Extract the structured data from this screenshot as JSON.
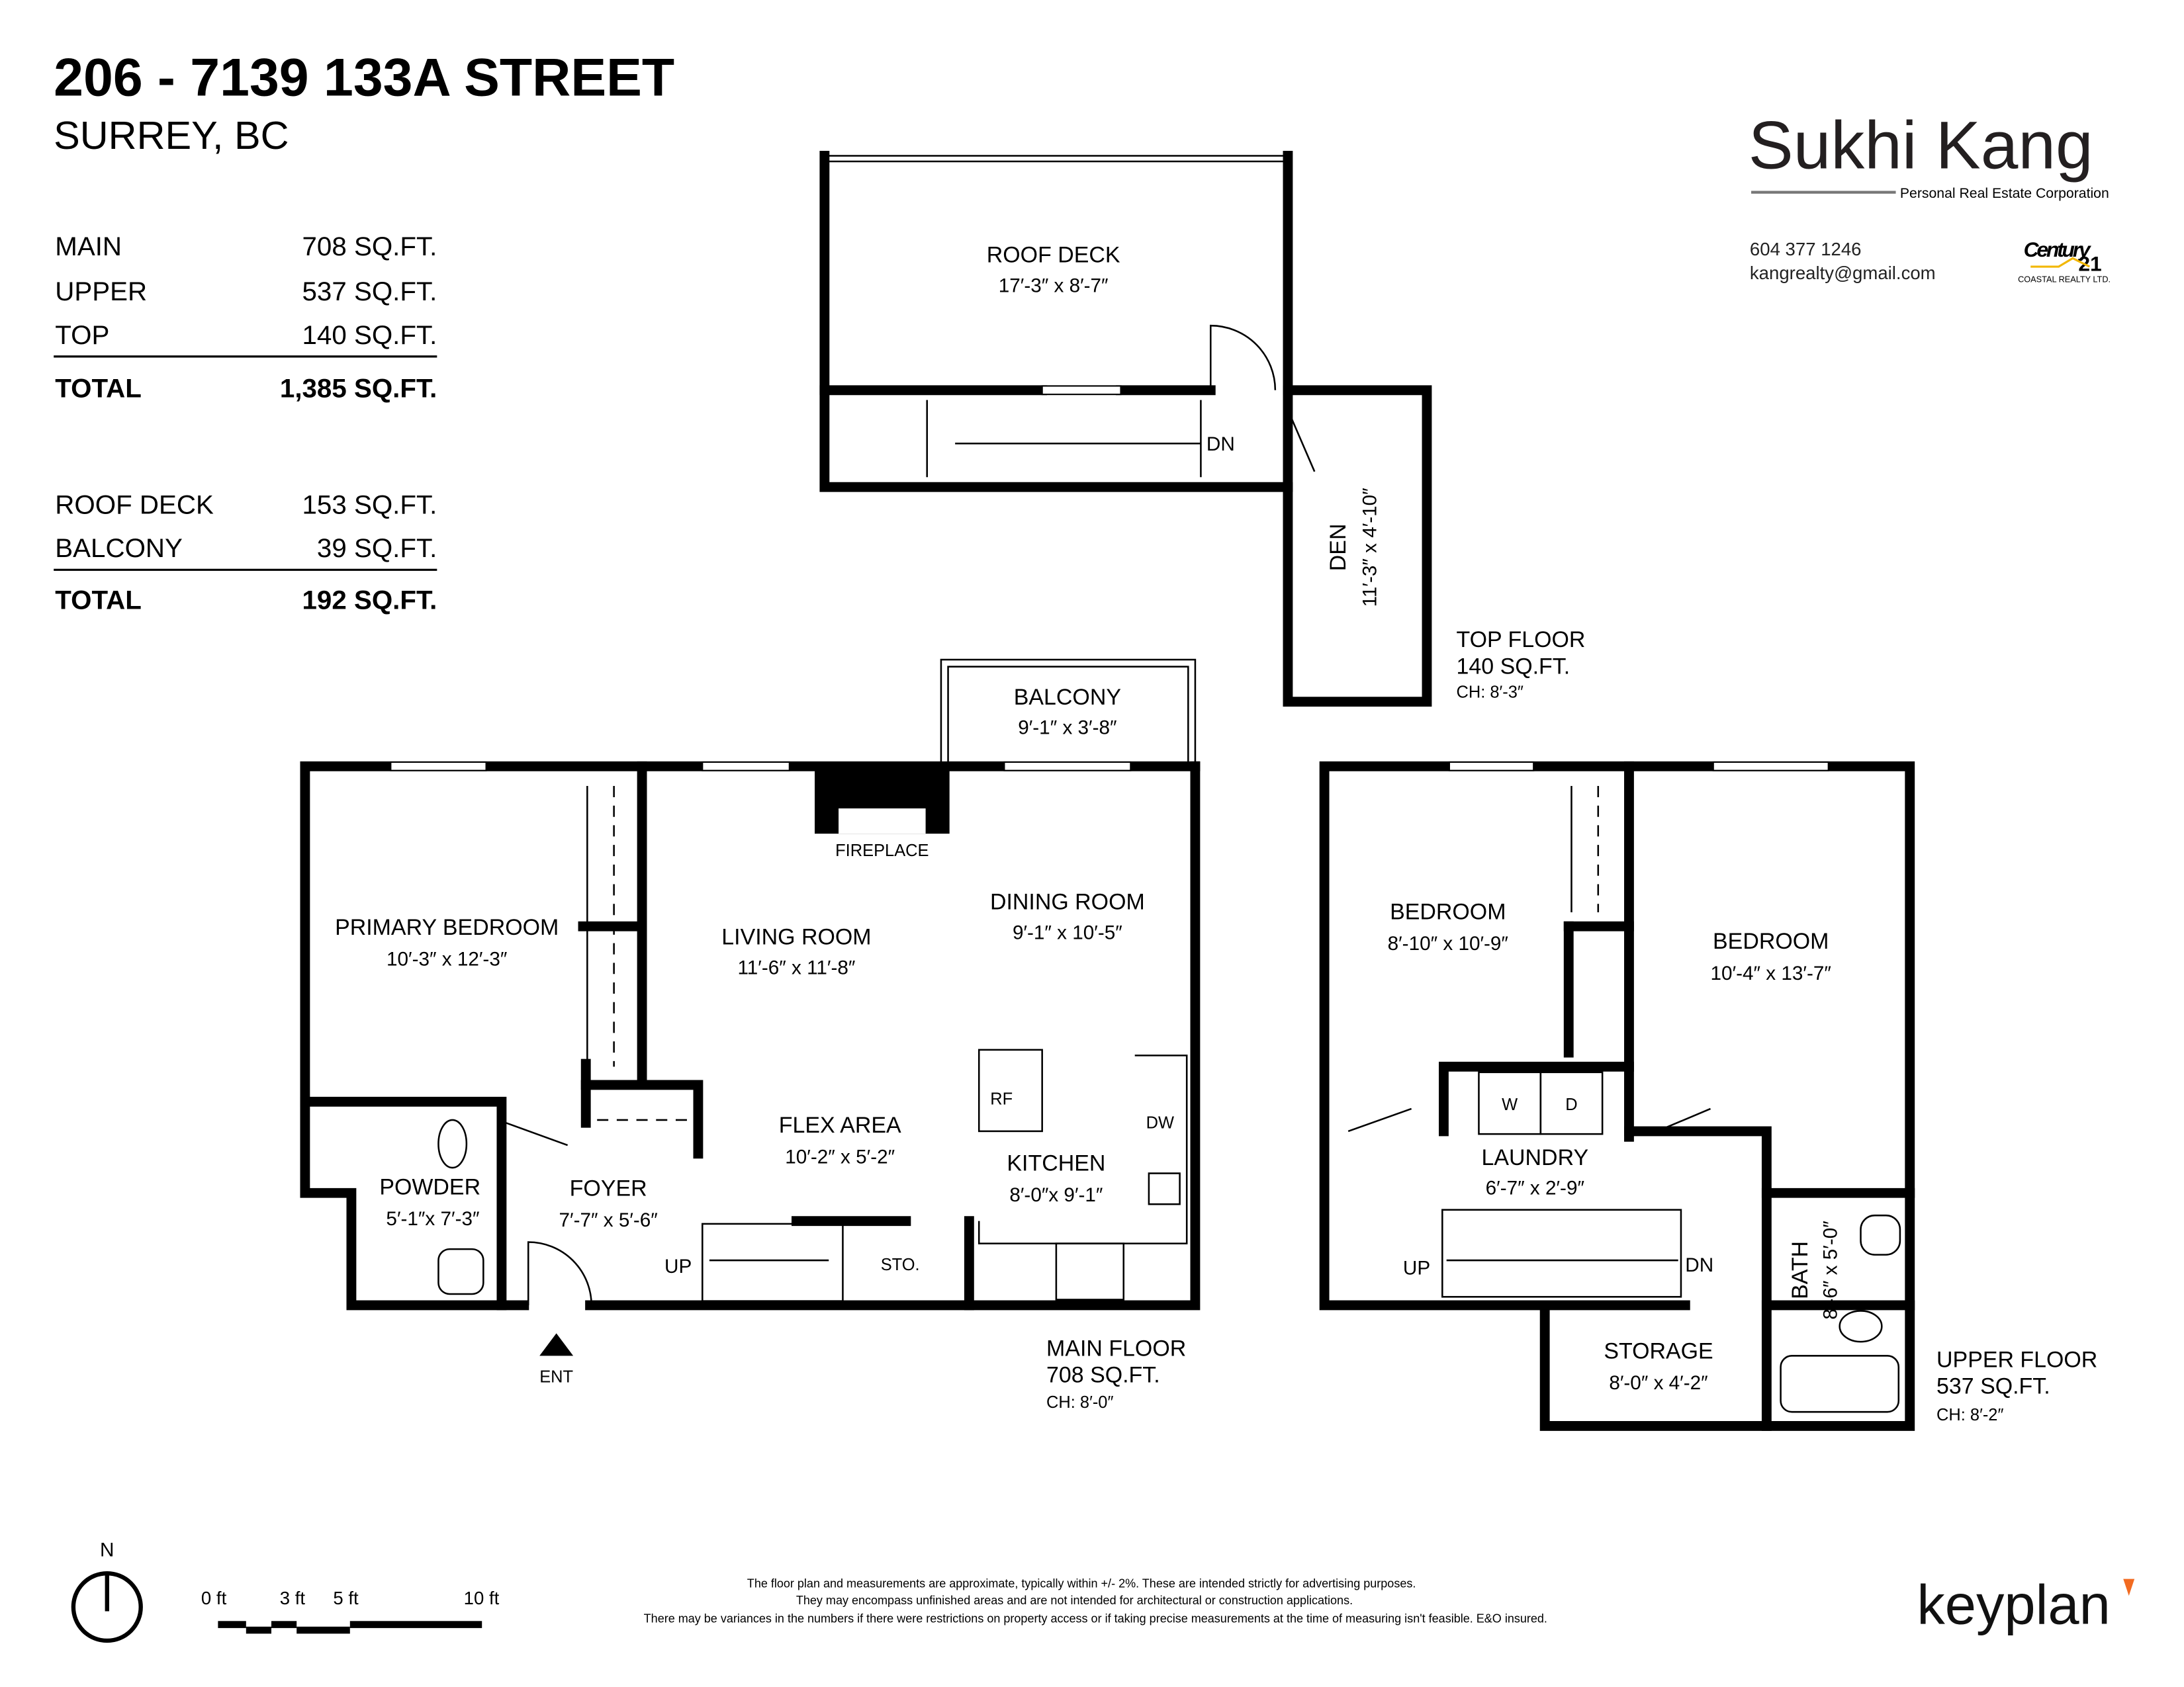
{
  "header": {
    "address": "206 - 7139 133A STREET",
    "city": "SURREY, BC"
  },
  "areas": {
    "interior": [
      {
        "label": "MAIN",
        "value": "708 SQ.FT."
      },
      {
        "label": "UPPER",
        "value": "537 SQ.FT."
      },
      {
        "label": "TOP",
        "value": "140 SQ.FT."
      }
    ],
    "interior_total": {
      "label": "TOTAL",
      "value": "1,385 SQ.FT."
    },
    "exterior": [
      {
        "label": "ROOF DECK",
        "value": "153 SQ.FT."
      },
      {
        "label": "BALCONY",
        "value": "39 SQ.FT."
      }
    ],
    "exterior_total": {
      "label": "TOTAL",
      "value": "192 SQ.FT."
    }
  },
  "agent": {
    "name": "Sukhi Kang",
    "subtitle": "Personal Real Estate Corporation",
    "phone": "604 377 1246",
    "email": "kangrealty@gmail.com",
    "brokerage_logo": "Century 21",
    "brokerage_sub": "COASTAL REALTY LTD."
  },
  "rooms": {
    "roof_deck": {
      "name": "ROOF DECK",
      "dim": "17′-3″  x  8′-7″"
    },
    "den": {
      "name": "DEN",
      "dim": "11′-3″  x  4′-10″"
    },
    "balcony": {
      "name": "BALCONY",
      "dim": "9′-1″  x  3′-8″"
    },
    "primary_bedroom": {
      "name": "PRIMARY BEDROOM",
      "dim": "10′-3″  x  12′-3″"
    },
    "living_room": {
      "name": "LIVING ROOM",
      "dim": "11′-6″  x  11′-8″"
    },
    "dining_room": {
      "name": "DINING ROOM",
      "dim": "9′-1″  x  10′-5″"
    },
    "flex_area": {
      "name": "FLEX AREA",
      "dim": "10′-2″  x  5′-2″"
    },
    "kitchen": {
      "name": "KITCHEN",
      "dim": "8′-0″x  9′-1″"
    },
    "powder": {
      "name": "POWDER",
      "dim": "5′-1″x 7′-3″"
    },
    "foyer": {
      "name": "FOYER",
      "dim": "7′-7″  x  5′-6″"
    },
    "bedroom_1": {
      "name": "BEDROOM",
      "dim": "8′-10″  x  10′-9″"
    },
    "bedroom_2": {
      "name": "BEDROOM",
      "dim": "10′-4″  x  13′-7″"
    },
    "laundry": {
      "name": "LAUNDRY",
      "dim": "6′-7″  x  2′-9″"
    },
    "storage": {
      "name": "STORAGE",
      "dim": "8′-0″  x  4′-2″"
    },
    "bath": {
      "name": "BATH",
      "dim": "8′-6″ x 5′-0″"
    }
  },
  "fixtures": {
    "fireplace": "FIREPLACE",
    "rf": "RF",
    "dw": "DW",
    "w": "W",
    "d": "D",
    "sto": "STO.",
    "up": "UP",
    "dn": "DN",
    "ent": "ENT"
  },
  "floors": {
    "top": {
      "name": "TOP FLOOR",
      "area": "140 SQ.FT.",
      "ch": "CH: 8′-3″"
    },
    "main": {
      "name": "MAIN FLOOR",
      "area": "708 SQ.FT.",
      "ch": "CH: 8′-0″"
    },
    "upper": {
      "name": "UPPER FLOOR",
      "area": "537 SQ.FT.",
      "ch": "CH: 8′-2″"
    }
  },
  "compass": {
    "north": "N"
  },
  "scale": {
    "t0": "0 ft",
    "t3": "3 ft",
    "t5": "5 ft",
    "t10": "10 ft"
  },
  "disclaimer": [
    "The floor plan and measurements are approximate, typically within +/- 2%. These are intended strictly for advertising purposes.",
    "They may encompass unfinished areas and are not intended for architectural or construction applications.",
    "There may be variances in the numbers if there were restrictions on property access or if taking precise measurements at the time of measuring isn't feasible. E&O insured."
  ],
  "brand": {
    "name": "keyplan",
    "accent": "#f26b21"
  }
}
